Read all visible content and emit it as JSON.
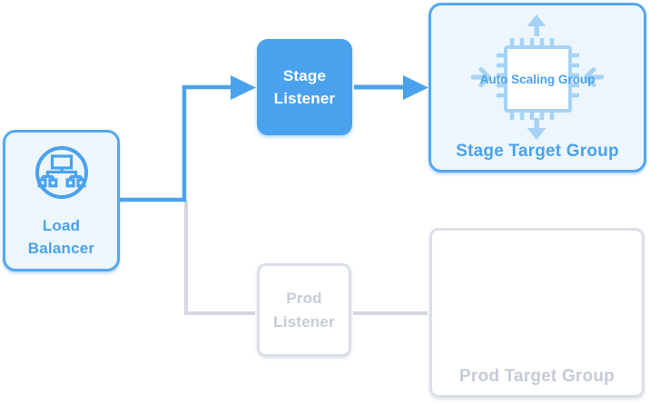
{
  "diagram": {
    "nodes": {
      "load_balancer": {
        "label": "Load Balancer",
        "state": "active",
        "icon": "load-balancer-network-icon"
      },
      "stage_listener": {
        "label": "Stage Listener",
        "state": "active"
      },
      "prod_listener": {
        "label": "Prod Listener",
        "state": "inactive"
      },
      "stage_target_group": {
        "label": "Stage Target Group",
        "state": "active",
        "icon": "auto-scaling-cpu-chip-icon",
        "icon_label": "Auto Scaling Group"
      },
      "prod_target_group": {
        "label": "Prod Target Group",
        "state": "inactive"
      }
    },
    "edges": [
      {
        "from": "load_balancer",
        "to": "stage_listener",
        "state": "active",
        "arrowhead": true
      },
      {
        "from": "stage_listener",
        "to": "stage_target_group",
        "state": "active",
        "arrowhead": true
      },
      {
        "from": "load_balancer",
        "to": "prod_listener",
        "state": "inactive",
        "arrowhead": false
      },
      {
        "from": "prod_listener",
        "to": "prod_target_group",
        "state": "inactive",
        "arrowhead": false
      }
    ],
    "colors": {
      "accent_blue": "#4aa2ee",
      "active_border_blue": "#55a7ee",
      "active_fill_light_blue": "#edf6fd",
      "icon_light_blue": "#a6d3f5",
      "inactive_border_gray": "#dbdfe7",
      "inactive_text_gray": "#c5cbd7",
      "inactive_line_gray": "#d4d8de",
      "white": "#ffffff"
    }
  }
}
